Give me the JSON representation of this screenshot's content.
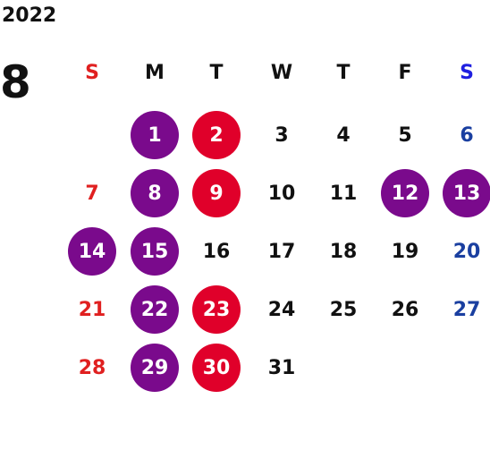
{
  "year": "2022",
  "month": "8",
  "weekdays": [
    "S",
    "M",
    "T",
    "W",
    "T",
    "F",
    "S"
  ],
  "colors": {
    "sunday": "#e02020",
    "saturday": "#1a3fa0",
    "purple_highlight": "#7a0a8c",
    "red_highlight": "#e0002a"
  },
  "weeks": [
    [
      {
        "day": "",
        "style": "empty"
      },
      {
        "day": "1",
        "style": "purple"
      },
      {
        "day": "2",
        "style": "red"
      },
      {
        "day": "3",
        "style": "plain"
      },
      {
        "day": "4",
        "style": "plain"
      },
      {
        "day": "5",
        "style": "plain"
      },
      {
        "day": "6",
        "style": "sat"
      }
    ],
    [
      {
        "day": "7",
        "style": "sun"
      },
      {
        "day": "8",
        "style": "purple"
      },
      {
        "day": "9",
        "style": "red"
      },
      {
        "day": "10",
        "style": "plain"
      },
      {
        "day": "11",
        "style": "plain"
      },
      {
        "day": "12",
        "style": "purple"
      },
      {
        "day": "13",
        "style": "purple"
      }
    ],
    [
      {
        "day": "14",
        "style": "purple"
      },
      {
        "day": "15",
        "style": "purple"
      },
      {
        "day": "16",
        "style": "plain"
      },
      {
        "day": "17",
        "style": "plain"
      },
      {
        "day": "18",
        "style": "plain"
      },
      {
        "day": "19",
        "style": "plain"
      },
      {
        "day": "20",
        "style": "sat"
      }
    ],
    [
      {
        "day": "21",
        "style": "sun"
      },
      {
        "day": "22",
        "style": "purple"
      },
      {
        "day": "23",
        "style": "red"
      },
      {
        "day": "24",
        "style": "plain"
      },
      {
        "day": "25",
        "style": "plain"
      },
      {
        "day": "26",
        "style": "plain"
      },
      {
        "day": "27",
        "style": "sat"
      }
    ],
    [
      {
        "day": "28",
        "style": "sun"
      },
      {
        "day": "29",
        "style": "purple"
      },
      {
        "day": "30",
        "style": "red"
      },
      {
        "day": "31",
        "style": "plain"
      },
      {
        "day": "",
        "style": "empty"
      },
      {
        "day": "",
        "style": "empty"
      },
      {
        "day": "",
        "style": "empty"
      }
    ]
  ]
}
